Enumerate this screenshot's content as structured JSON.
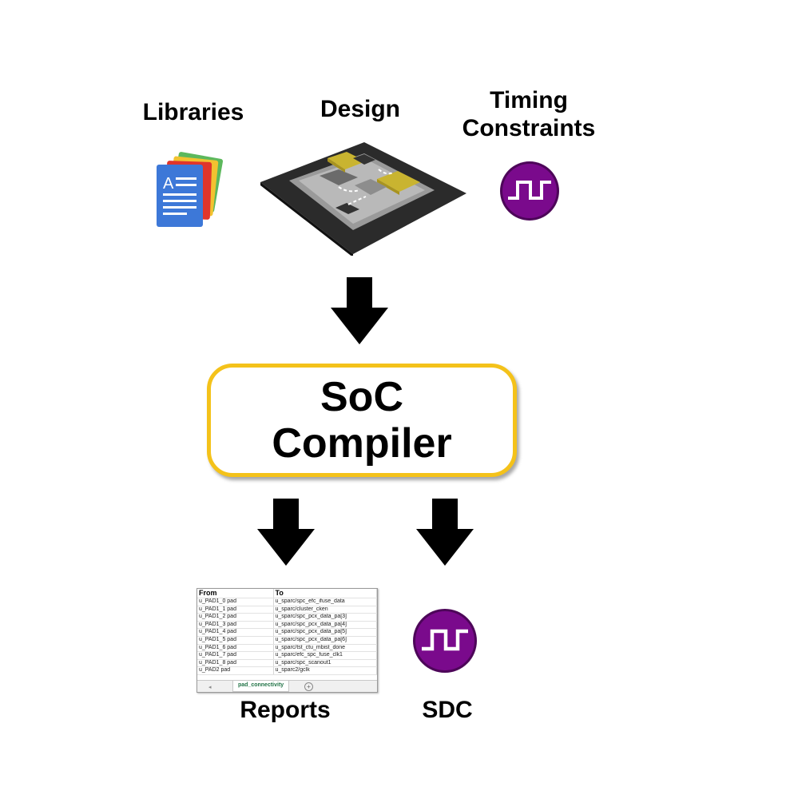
{
  "inputs": {
    "libraries_label": "Libraries",
    "design_label": "Design",
    "timing_label_line1": "Timing",
    "timing_label_line2": "Constraints"
  },
  "compiler": {
    "line1": "SoC",
    "line2": "Compiler",
    "border_color": "#f4c21a"
  },
  "outputs": {
    "reports_label": "Reports",
    "sdc_label": "SDC"
  },
  "report_sheet": {
    "headers": [
      "From",
      "To"
    ],
    "rows": [
      [
        "u_PAD1_0 pad",
        "u_sparc/spc_efc_ifuse_data"
      ],
      [
        "u_PAD1_1 pad",
        "u_sparc/cluster_cken"
      ],
      [
        "u_PAD1_2 pad",
        "u_sparc/spc_pcx_data_pa[3]"
      ],
      [
        "u_PAD1_3 pad",
        "u_sparc/spc_pcx_data_pa[4]"
      ],
      [
        "u_PAD1_4 pad",
        "u_sparc/spc_pcx_data_pa[5]"
      ],
      [
        "u_PAD1_5 pad",
        "u_sparc/spc_pcx_data_pa[6]"
      ],
      [
        "u_PAD1_6 pad",
        "u_sparc/tst_ctu_mbist_done"
      ],
      [
        "u_PAD1_7 pad",
        "u_sparc/efc_spc_fuse_clk1"
      ],
      [
        "u_PAD1_8 pad",
        "u_sparc/spc_scanout1"
      ],
      [
        "u_PAD2 pad",
        "u_sparc2/gclk"
      ]
    ],
    "tab_name": "pad_connectivity"
  },
  "icons": {
    "libraries": "document-stack-icon",
    "design": "chip-icon",
    "timing": "clock-waveform-icon",
    "sdc": "clock-waveform-icon",
    "arrow": "down-arrow-icon"
  },
  "colors": {
    "waveform_purple": "#7a0a8c",
    "doc_blue": "#3d78d8",
    "arrow": "#000000"
  }
}
